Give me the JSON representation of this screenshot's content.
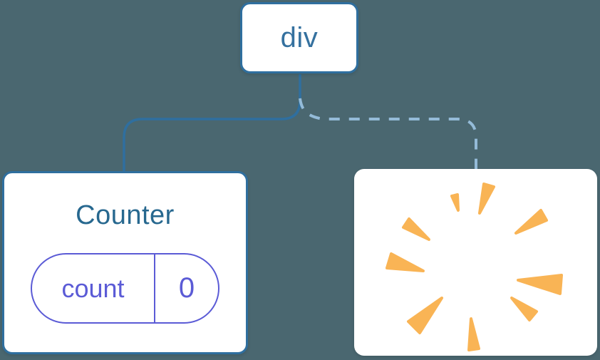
{
  "tree": {
    "root": {
      "label": "div"
    },
    "counter": {
      "title": "Counter",
      "state": {
        "name": "count",
        "value": "0"
      }
    },
    "removed": {
      "icon": "poof-icon",
      "meaning": "component removed / state destroyed"
    }
  },
  "colors": {
    "background": "#4a6770",
    "node_fill": "#ffffff",
    "node_border": "#2f6f9f",
    "connector_solid": "#2f6f9f",
    "connector_dashed": "#94bbd8",
    "root_label": "#35719f",
    "counter_title": "#27688f",
    "state_indigo": "#5b5bd6",
    "poof_orange": "#f9b455"
  }
}
